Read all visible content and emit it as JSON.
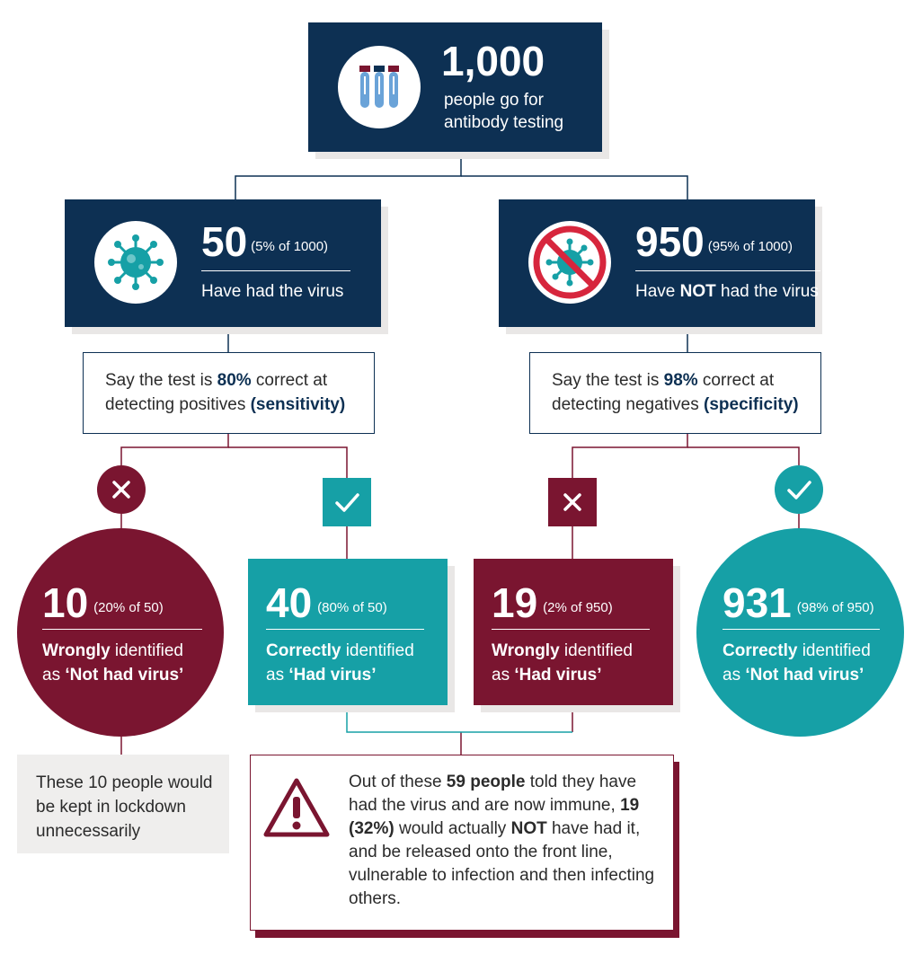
{
  "colors": {
    "navy": "#0d3053",
    "teal": "#16a0a6",
    "maroon": "#7a1530",
    "light_gray": "#efeeed",
    "virus_red": "#d7263d"
  },
  "top": {
    "number": "1,000",
    "text": "people go for antibody testing",
    "icon": "test-tubes-icon"
  },
  "left_group": {
    "number": "50",
    "pct": "(5% of 1000)",
    "label": "Have had the virus",
    "icon": "virus-icon"
  },
  "right_group": {
    "number": "950",
    "pct": "(95% of 1000)",
    "label_pre": "Have ",
    "label_bold": "NOT",
    "label_post": " had the virus",
    "icon": "no-virus-icon"
  },
  "left_note": {
    "pre": "Say the test is ",
    "pct": "80%",
    "mid": " correct at detecting positives ",
    "term": "(sensitivity)"
  },
  "right_note": {
    "pre": "Say the test is ",
    "pct": "98%",
    "mid": " correct at detecting negatives ",
    "term": "(specificity)"
  },
  "outcomes": {
    "o10": {
      "number": "10",
      "pct": "(20% of 50)",
      "bold": "Wrongly",
      "rest": " identified",
      "as": "as ",
      "status": "‘Not had virus’",
      "marker": "cross-icon"
    },
    "o40": {
      "number": "40",
      "pct": "(80% of 50)",
      "bold": "Correctly",
      "rest": " identified",
      "as": "as ",
      "status": "‘Had virus’",
      "marker": "check-icon"
    },
    "o19": {
      "number": "19",
      "pct": "(2% of 950)",
      "bold": "Wrongly",
      "rest": " identified",
      "as": "as ",
      "status": "‘Had virus’",
      "marker": "cross-icon"
    },
    "o931": {
      "number": "931",
      "pct": "(98% of 950)",
      "bold": "Correctly",
      "rest": " identified",
      "as": "as ",
      "status": "‘Not had virus’",
      "marker": "check-icon"
    }
  },
  "lockdown_note": {
    "text": "These 10 people would be kept in lockdown unnecessarily"
  },
  "warning": {
    "t1": "Out of these ",
    "b1": "59 people",
    "t2": " told they have had the virus and are now immune, ",
    "b2": "19 (32%)",
    "t3": " would actually ",
    "b3": "NOT",
    "t4": " have had it, and be released onto the front line, vulnerable to infection and then infecting others.",
    "icon": "warning-triangle-icon"
  }
}
